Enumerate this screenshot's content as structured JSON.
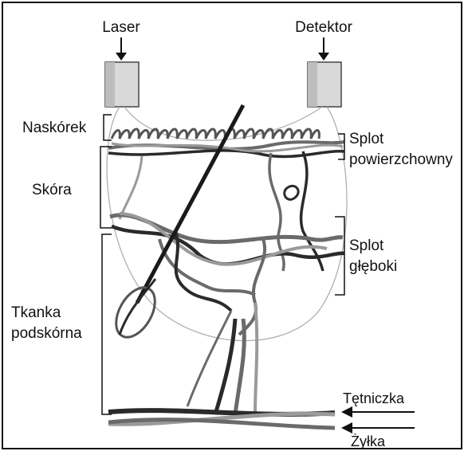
{
  "labels": {
    "laser": "Laser",
    "detector": "Detektor",
    "epidermis": "Naskórek",
    "skin": "Skóra",
    "subcutaneous_line1": "Tkanka",
    "subcutaneous_line2": "podskórna",
    "superficial_plexus_line1": "Splot",
    "superficial_plexus_line2": "powierzchowny",
    "deep_plexus_line1": "Splot",
    "deep_plexus_line2": "głęboki",
    "arteriole": "Tętniczka",
    "venule": "Żyłka"
  },
  "colors": {
    "frame": "#111111",
    "text": "#111111",
    "probe_fill": "#d9d9d9",
    "light_path": "#b0b0b0",
    "vessel_light": "#9a9a9a",
    "vessel_mid": "#6a6a6a",
    "vessel_dark": "#2a2a2a"
  }
}
